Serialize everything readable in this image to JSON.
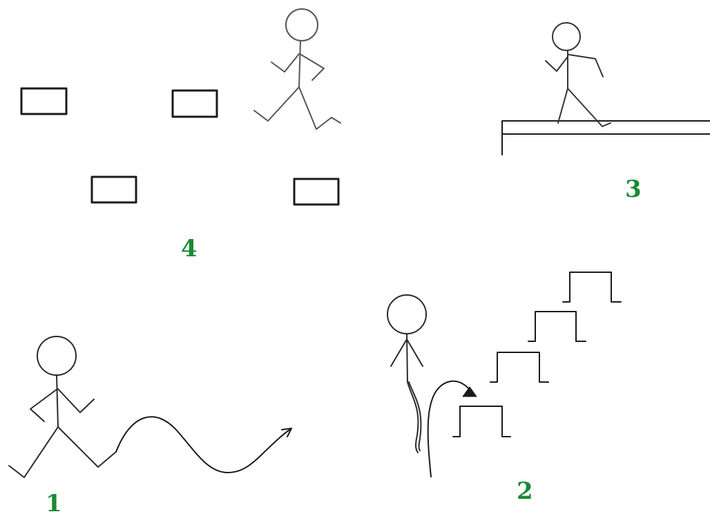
{
  "labels": {
    "scene1": "1",
    "scene2": "2",
    "scene3": "3",
    "scene4": "4"
  },
  "colors": {
    "label": "#1a8a33",
    "ink": "#1a1a1a",
    "figure_gray": "#444444",
    "background": "#ffffff"
  },
  "scenes": [
    {
      "label": "4",
      "content": "stick-figure-running-over-rectangles",
      "obstacle_count": 4
    },
    {
      "label": "3",
      "content": "stick-figure-walking-on-bench"
    },
    {
      "label": "1",
      "content": "stick-figure-running-wavy-path"
    },
    {
      "label": "2",
      "content": "stick-figure-jumping-steps",
      "step_count": 4
    }
  ]
}
